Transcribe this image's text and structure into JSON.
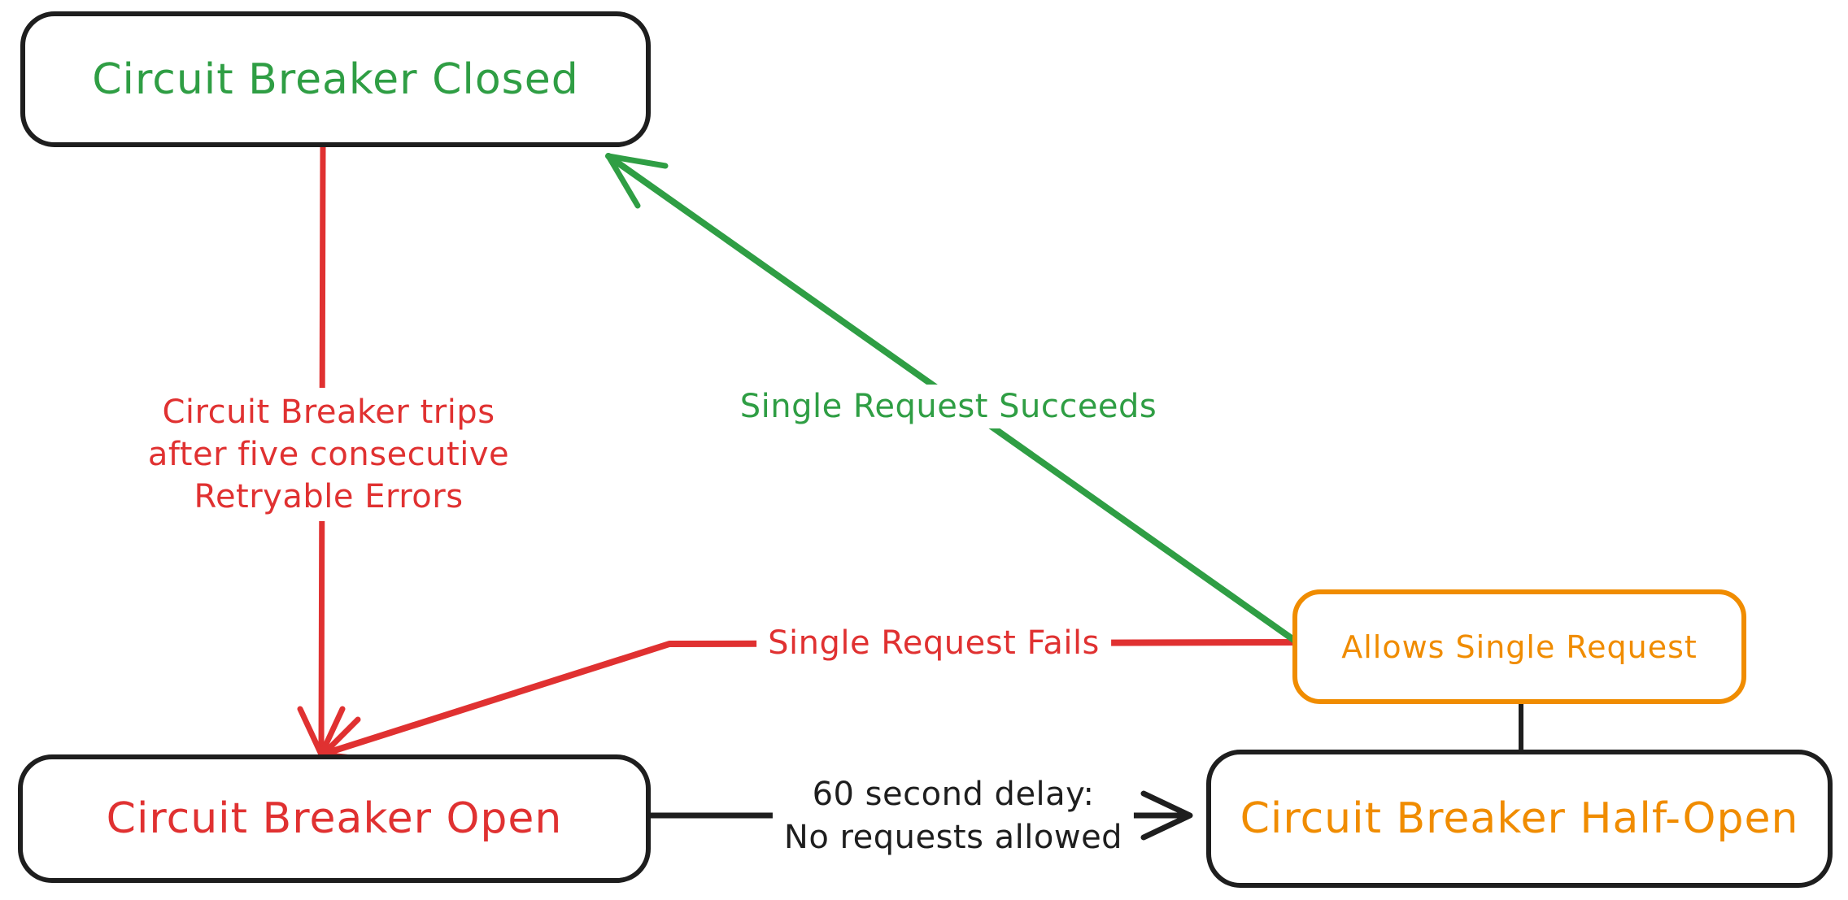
{
  "diagram": {
    "title": "Circuit Breaker state diagram",
    "palette": {
      "green": "#2f9e44",
      "red": "#e03131",
      "orange": "#f08c00",
      "ink": "#1e1e1e",
      "background": "#ffffff"
    },
    "nodes": {
      "closed": {
        "label": "Circuit Breaker Closed"
      },
      "open": {
        "label": "Circuit Breaker Open"
      },
      "half_open": {
        "label": "Circuit Breaker Half-Open"
      },
      "allows": {
        "label": "Allows Single Request"
      }
    },
    "edges": {
      "trip": {
        "from": "closed",
        "to": "open",
        "color": "#e03131",
        "label_lines": [
          "Circuit Breaker trips",
          "after five consecutive",
          "Retryable Errors"
        ]
      },
      "succeeds": {
        "from": "allows",
        "to": "closed",
        "color": "#2f9e44",
        "label": "Single Request Succeeds"
      },
      "fails": {
        "from": "allows",
        "to": "open",
        "color": "#e03131",
        "label": "Single Request Fails"
      },
      "delay": {
        "from": "open",
        "to": "half_open",
        "color": "#1e1e1e",
        "label_lines": [
          "60 second delay:",
          "No requests allowed"
        ]
      },
      "probe": {
        "from": "half_open",
        "to": "allows",
        "color": "#1e1e1e",
        "label": ""
      }
    }
  }
}
